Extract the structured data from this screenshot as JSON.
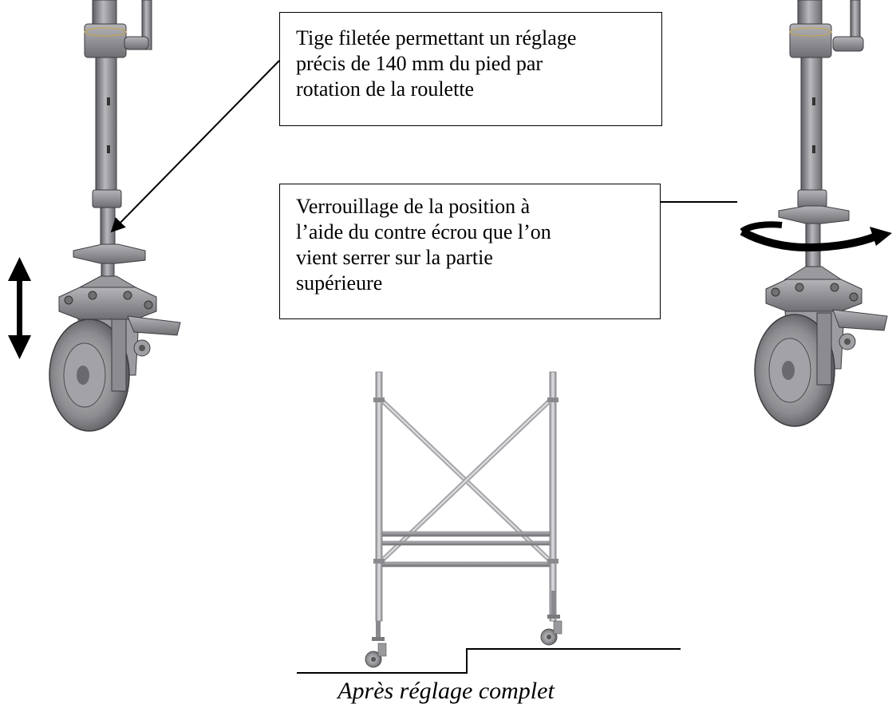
{
  "callouts": {
    "threaded_rod": "Tige filetée permettant un réglage\nprécis de 140 mm du pied par\nrotation de la roulette",
    "locking": "Verrouillage de la position à\nl’aide du contre écrou que l’on\nvient serrer sur la partie\nsupérieure"
  },
  "caption": "Après réglage complet",
  "icons": [
    "double-vertical-arrow-icon",
    "rotation-arrow-icon",
    "pointer-arrow-icon"
  ],
  "colors": {
    "metal_light": "#c9c9cc",
    "metal_mid": "#8a8a8e",
    "metal_dark": "#4a4a4e",
    "ink": "#000000"
  }
}
